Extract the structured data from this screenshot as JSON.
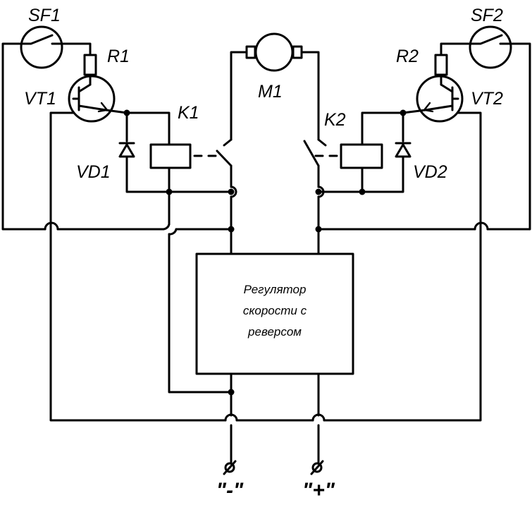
{
  "labels": {
    "sf1": "SF1",
    "sf2": "SF2",
    "r1": "R1",
    "r2": "R2",
    "vt1": "VT1",
    "vt2": "VT2",
    "k1": "K1",
    "k2": "K2",
    "m1": "M1",
    "vd1": "VD1",
    "vd2": "VD2"
  },
  "regulator": {
    "line1": "Регулятор",
    "line2": "скорости с",
    "line3": "реверсом"
  },
  "terminals": {
    "minus": "\"-\"",
    "plus": "\"+\""
  }
}
